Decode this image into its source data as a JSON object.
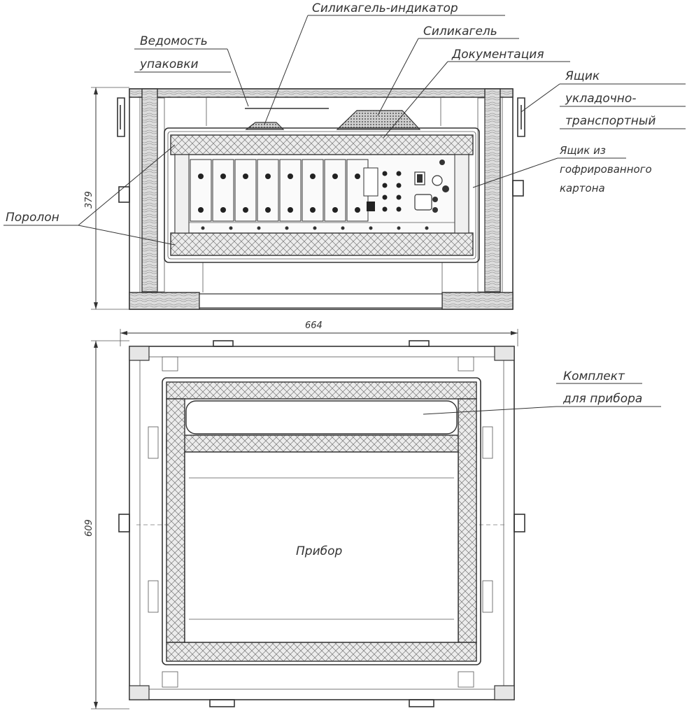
{
  "labels": {
    "silica_indicator": "Силикагель-индикатор",
    "silica": "Силикагель",
    "documentation": "Документация",
    "packing_list_1": "Ведомость",
    "packing_list_2": "упаковки",
    "transport_box_1": "Ящик",
    "transport_box_2": "укладочно-",
    "transport_box_3": "транспортный",
    "cardboard_box_1": "Ящик из",
    "cardboard_box_2": "гофрированного",
    "cardboard_box_3": "картона",
    "foam": "Поролон",
    "kit_1": "Комплект",
    "kit_2": "для прибора",
    "device": "Прибор"
  },
  "dimensions": {
    "height_front": "379",
    "width": "664",
    "depth": "609"
  }
}
